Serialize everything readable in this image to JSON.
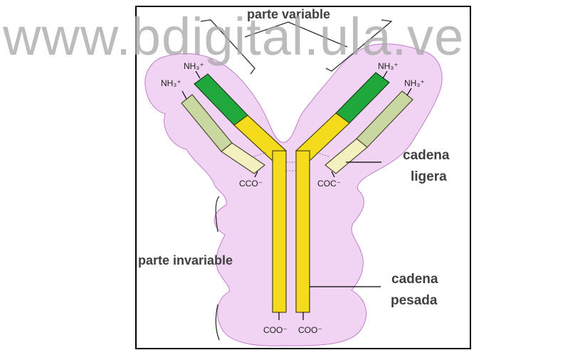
{
  "watermark": "www.bdigital.ula.ve",
  "labels": {
    "variable_part": "parte variable",
    "invariable_part": "parte invariable",
    "light_chain_line1": "cadena",
    "light_chain_line2": "ligera",
    "heavy_chain_line1": "cadena",
    "heavy_chain_line2": "pesada"
  },
  "chemistry": {
    "amino_group": "NH₃⁺",
    "carboxyl_left_light": "CCO⁻",
    "carboxyl_right_light": "COC⁻",
    "carboxyl_left_heavy": "COO⁻",
    "carboxyl_right_heavy": "COO⁻"
  },
  "colors": {
    "background_blob": "#f1d3f3",
    "blob_outline": "#c07ecb",
    "heavy_variable": "#20a83c",
    "heavy_constant": "#f4dc1c",
    "light_variable": "#c9d8a0",
    "light_constant": "#f4f0c0",
    "frame": "#000000"
  }
}
